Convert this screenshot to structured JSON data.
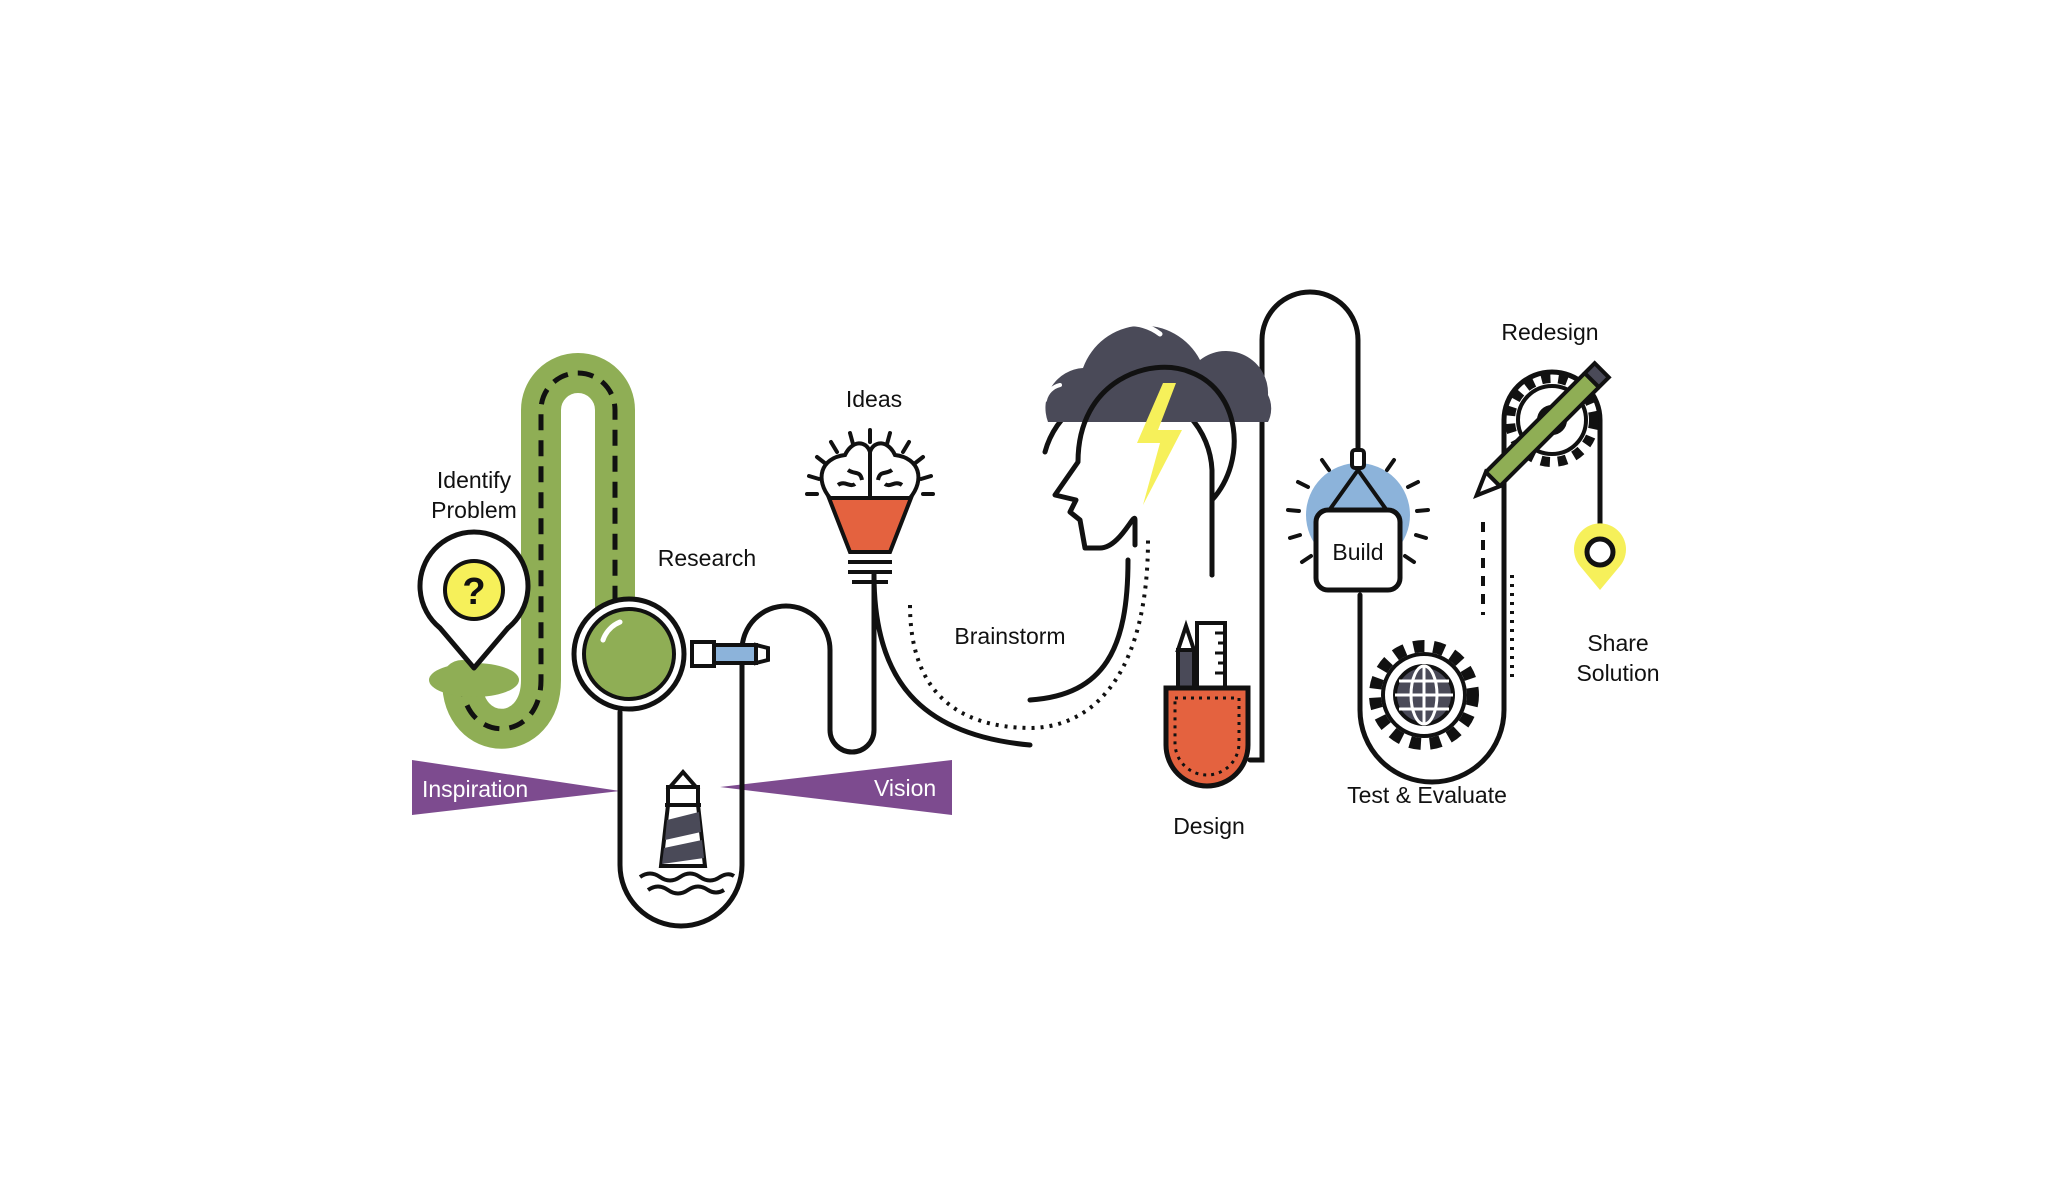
{
  "stages": {
    "identify": "Identify\nProblem",
    "research": "Research",
    "ideas": "Ideas",
    "brainstorm": "Brainstorm",
    "design": "Design",
    "build": "Build",
    "test": "Test & Evaluate",
    "redesign": "Redesign",
    "share": "Share\nSolution"
  },
  "banners": {
    "inspiration": "Inspiration",
    "vision": "Vision"
  },
  "icons": {
    "identify": "map-pin-question-icon",
    "research": "magnifying-glass-icon",
    "vision": "lighthouse-icon",
    "ideas": "brain-lightbulb-icon",
    "brainstorm": "head-storm-cloud-icon",
    "design": "pocket-ruler-pencil-icon",
    "build": "hanging-box-icon",
    "test": "gear-globe-icon",
    "redesign": "gear-pencil-icon",
    "share": "location-pin-icon"
  },
  "colors": {
    "green": "#8fae55",
    "purple": "#7d4b8f",
    "orange": "#e4623f",
    "yellow": "#f6f05a",
    "cloud": "#4a4a58",
    "blue": "#8cb3da",
    "line": "#111111"
  }
}
